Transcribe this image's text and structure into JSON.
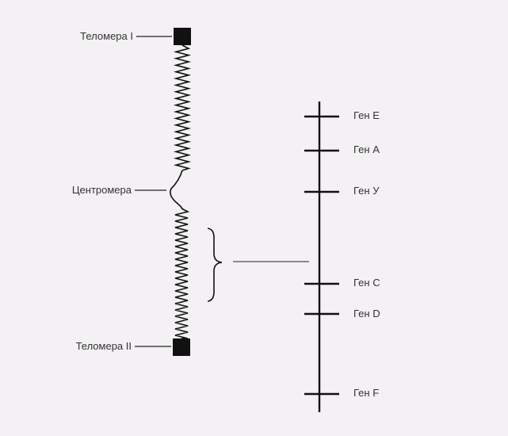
{
  "chromosome": {
    "telomere_top": "Теломера I",
    "centromere": "Центромера",
    "telomere_bottom": "Теломера II"
  },
  "genes": [
    {
      "label": "Ген E"
    },
    {
      "label": "Ген A"
    },
    {
      "label": "Ген У"
    },
    {
      "label": "Ген C"
    },
    {
      "label": "Ген D"
    },
    {
      "label": "Ген F"
    }
  ],
  "colors": {
    "ink": "#111111",
    "background": "#f3f1f3"
  }
}
